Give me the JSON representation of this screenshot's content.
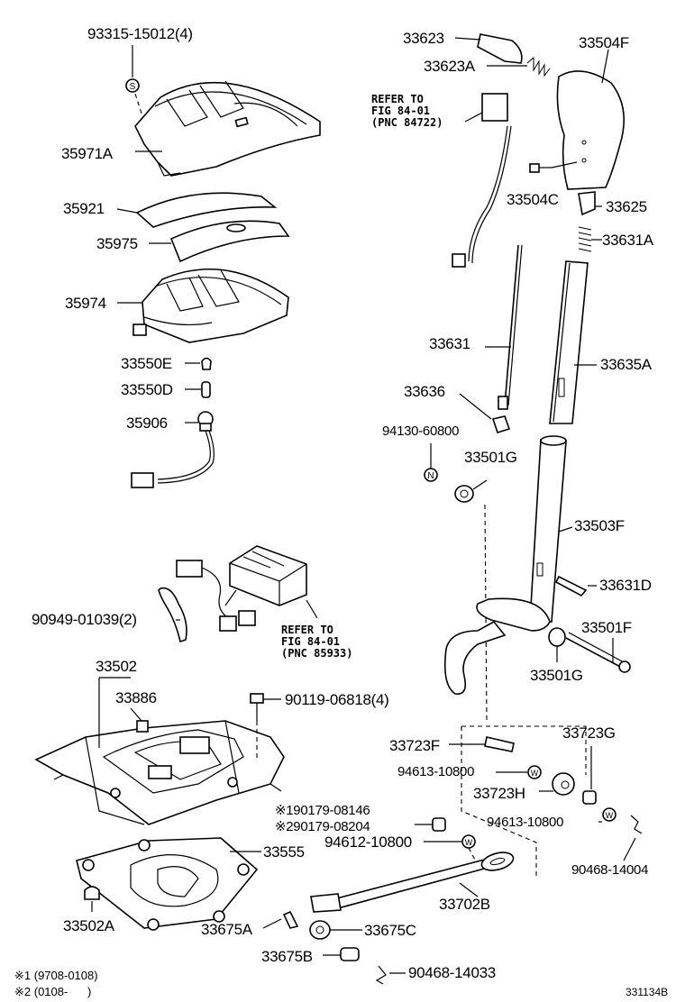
{
  "labels": {
    "p93315": "93315-15012(4)",
    "p35971A": "35971A",
    "p35921": "35921",
    "p35975": "35975",
    "p35974": "35974",
    "p33550E": "33550E",
    "p33550D": "33550D",
    "p35906": "35906",
    "p90949": "90949-01039(2)",
    "p33502": "33502",
    "p33886": "33886",
    "p90119": "90119-06818(4)",
    "p90179a": "※190179-08146",
    "p90179b": "※290179-08204",
    "p94612": "94612-10800",
    "p33555": "33555",
    "p33502A": "33502A",
    "p33675A": "33675A",
    "p33675C": "33675C",
    "p33675B": "33675B",
    "p90468b": "90468-14033",
    "p33623": "33623",
    "p33623A": "33623A",
    "p33504F": "33504F",
    "p33504C": "33504C",
    "p33625": "33625",
    "p33631A": "33631A",
    "p33631": "33631",
    "p33635A": "33635A",
    "p33636": "33636",
    "p94130": "94130-60800",
    "p33501G1": "33501G",
    "p33503F": "33503F",
    "p33631D": "33631D",
    "p33501F": "33501F",
    "p33501G2": "33501G",
    "p33723F": "33723F",
    "p33723G": "33723G",
    "p94613a": "94613-10800",
    "p33723H": "33723H",
    "p94613b": "94613-10800",
    "p90468a": "90468-14004",
    "p33702B": "33702B"
  },
  "refs": {
    "fig1": "REFER TO\nFIG 84-01\n(PNC 84722)",
    "fig2": "REFER TO\nFIG 84-01\n(PNC 85933)"
  },
  "notes": {
    "n1": "※1 (9708-0108)",
    "n2": "※2 (0108-      )",
    "code": "331134B"
  },
  "symbols": {
    "s": "S",
    "n": "N",
    "w": "W"
  }
}
